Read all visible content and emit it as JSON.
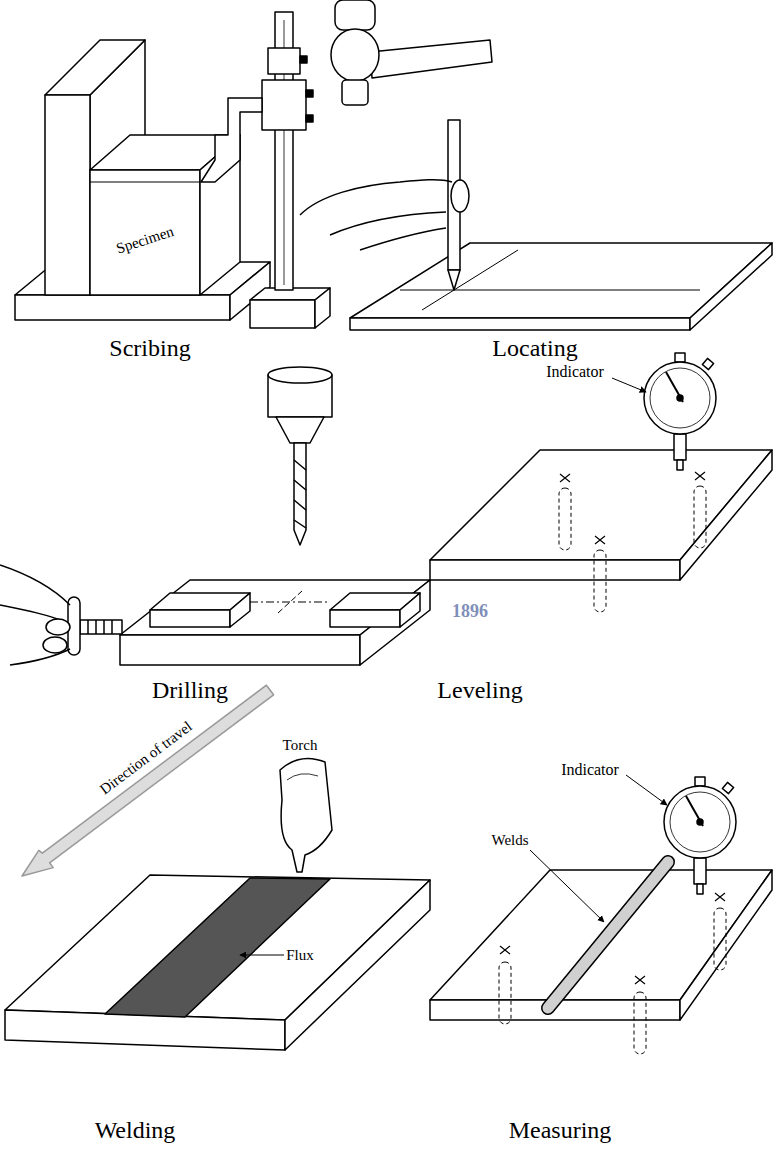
{
  "diagram": {
    "labels": [
      "Specimen",
      "Scribing",
      "Locating",
      "Indicator",
      "Drilling",
      "Leveling",
      "1896",
      "Torch",
      "Direction of travel",
      "Indicator",
      "Welds",
      "Flux",
      "Welding",
      "Measuring"
    ]
  }
}
